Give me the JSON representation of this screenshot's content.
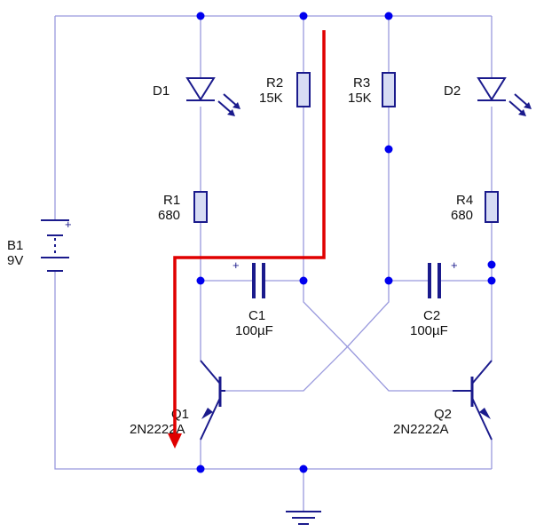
{
  "components": {
    "battery": {
      "ref": "B1",
      "value": "9V",
      "polarity": "+"
    },
    "d1": {
      "ref": "D1"
    },
    "d2": {
      "ref": "D2"
    },
    "r1": {
      "ref": "R1",
      "value": "680"
    },
    "r2": {
      "ref": "R2",
      "value": "15K"
    },
    "r3": {
      "ref": "R3",
      "value": "15K"
    },
    "r4": {
      "ref": "R4",
      "value": "680"
    },
    "c1": {
      "ref": "C1",
      "value": "100µF",
      "polarity": "+"
    },
    "c2": {
      "ref": "C2",
      "value": "100µF",
      "polarity": "+"
    },
    "q1": {
      "ref": "Q1",
      "value": "2N2222A"
    },
    "q2": {
      "ref": "Q2",
      "value": "2N2222A"
    }
  },
  "colors": {
    "wire": "#9999dd",
    "component": "#1a1a8c",
    "node": "#0000ee",
    "annotation": "#e00000",
    "resistor_fill": "#d7dcf4"
  }
}
